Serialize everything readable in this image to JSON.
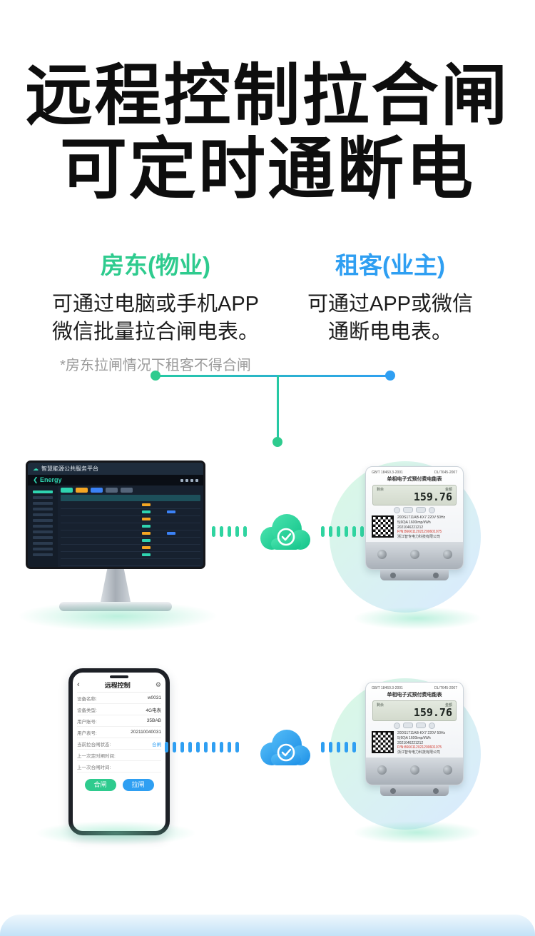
{
  "colors": {
    "green": "#2ecb8e",
    "blue": "#2f9ff2",
    "teal": "#25c9a4",
    "title": "#0e0e0e"
  },
  "title": {
    "line1": "远程控制拉合闸",
    "line2": "可定时通断电"
  },
  "roles": {
    "landlord": {
      "heading": "房东(物业)",
      "line1": "可通过电脑或手机APP",
      "line2": "微信批量拉合闸电表。",
      "note": "*房东拉闸情况下租客不得合闸"
    },
    "tenant": {
      "heading": "租客(业主)",
      "line1": "可通过APP或微信",
      "line2": "通断电电表。"
    }
  },
  "dashboard": {
    "window_title": "智慧能源公共服务平台",
    "logo": "❮ Energy"
  },
  "meter": {
    "std_left": "GB/T 18460.3-2001",
    "std_right": "DL/T645-2007",
    "name": "单相电子式预付费电能表",
    "lcd_label_left": "剩余",
    "lcd_label_right": "金额",
    "lcd_value": "159.76",
    "spec1": "20DS1711AB-KX7  220V  50Hz",
    "spec2": "5(60)A 1600imp/kWh",
    "spec3": "2021046221212",
    "pn": "P/N:8666112021200601075",
    "brand": "浙江智专电力科技有限公司"
  },
  "phone": {
    "back": "‹",
    "title": "远程控制",
    "gear": "⚙",
    "rows": [
      {
        "label": "设备名称:",
        "value": "w0031"
      },
      {
        "label": "设备类型:",
        "value": "4G电表"
      },
      {
        "label": "用户账号:",
        "value": "35BAB"
      },
      {
        "label": "用户表号:",
        "value": "202110040031"
      },
      {
        "label": "当前拉合闸状态:",
        "value": "合闸"
      },
      {
        "label": "上一次定时闸时间:",
        "value": ""
      },
      {
        "label": "上一次合闸时间:",
        "value": ""
      }
    ],
    "buttons": {
      "close": "合闸",
      "open": "拉闸"
    }
  },
  "icons": {
    "cloud_mini": "☁"
  }
}
